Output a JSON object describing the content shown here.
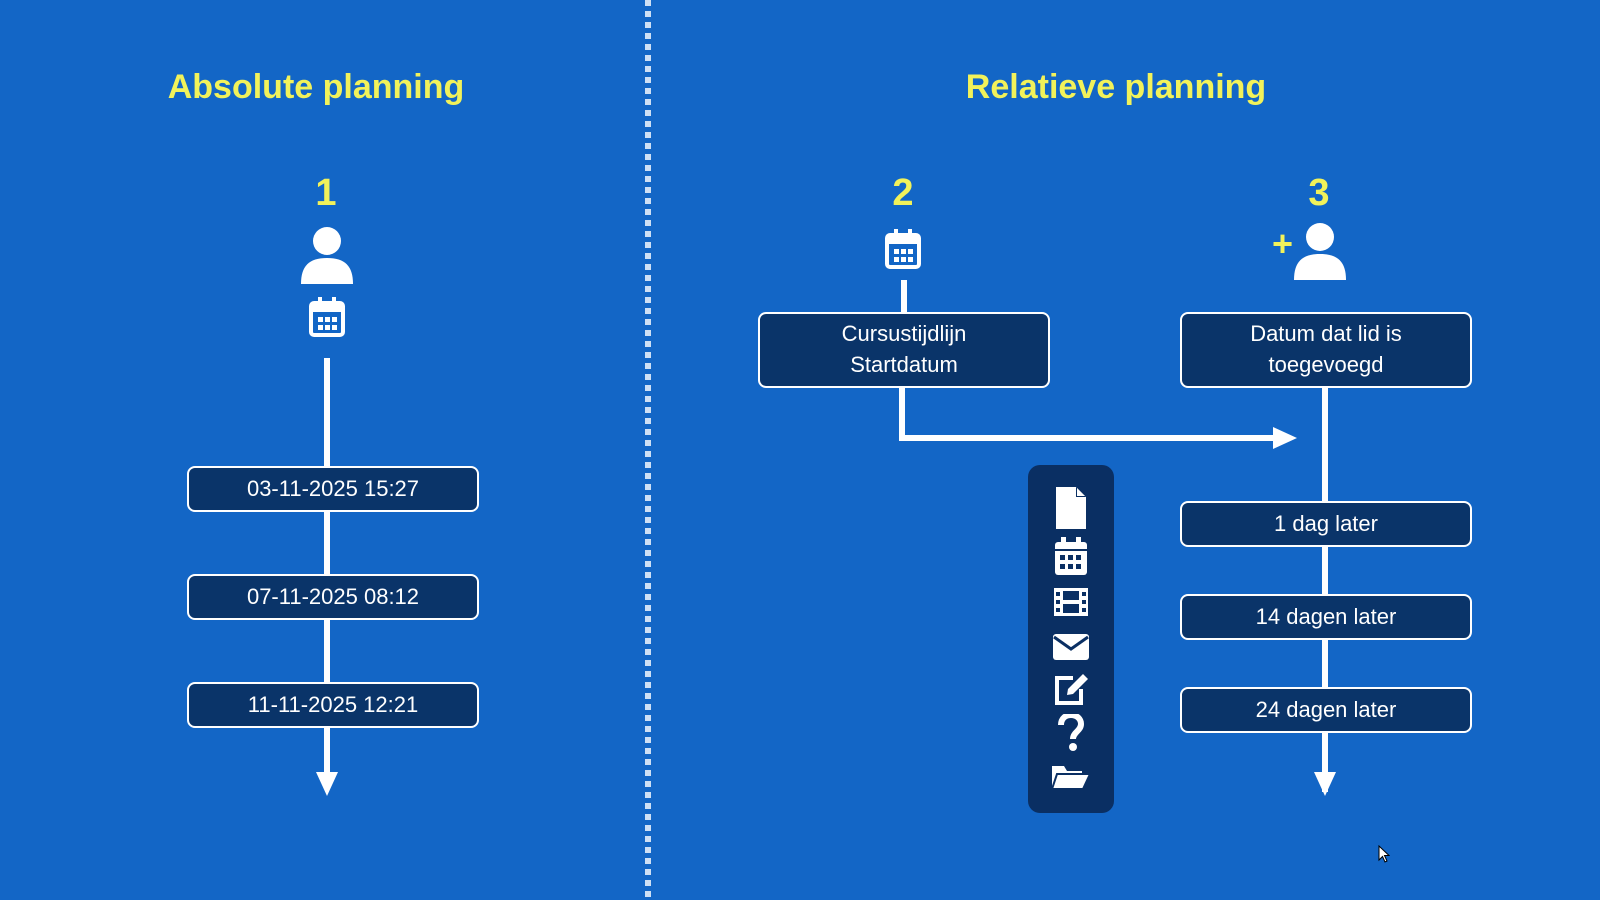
{
  "left": {
    "title": "Absolute planning",
    "step_number": "1",
    "dates": [
      "03-11-2025 15:27",
      "07-11-2025 08:12",
      "11-11-2025 12:21"
    ]
  },
  "right": {
    "title": "Relatieve planning",
    "step2": {
      "number": "2",
      "box_line1": "Cursustijdlijn",
      "box_line2": "Startdatum"
    },
    "step3": {
      "number": "3",
      "plus": "+",
      "box_line1": "Datum dat lid is",
      "box_line2": "toegevoegd"
    },
    "offsets": [
      "1 dag later",
      "14 dagen later",
      "24 dagen later"
    ],
    "toolbar_icons": [
      "document-icon",
      "calendar-icon",
      "film-icon",
      "envelope-icon",
      "edit-icon",
      "question-icon",
      "folder-icon"
    ]
  },
  "colors": {
    "background": "#1366c6",
    "box": "#0a3469",
    "heading": "#f2f25a",
    "toolbar": "#0a2f63"
  }
}
